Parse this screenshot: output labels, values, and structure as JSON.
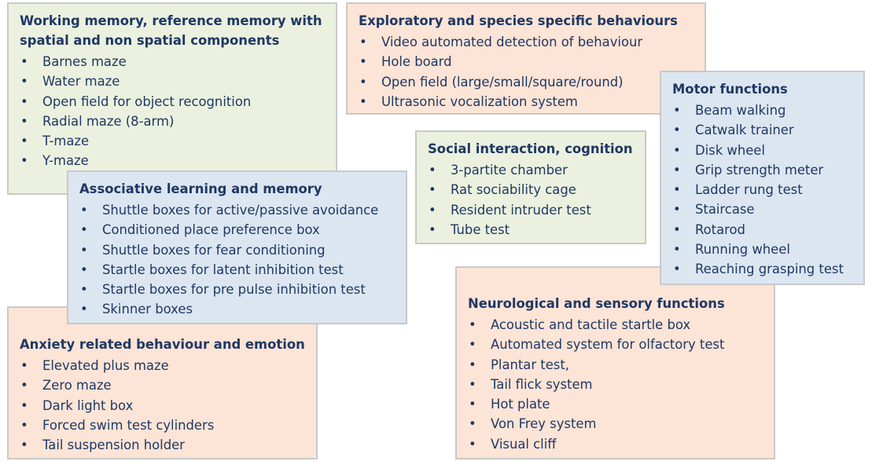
{
  "panels": {
    "working_memory": {
      "title": "Working memory, reference memory with spatial and non spatial components",
      "items": [
        "Barnes maze",
        "Water maze",
        "Open field for object recognition",
        "Radial maze (8-arm)",
        "T-maze",
        "Y-maze"
      ]
    },
    "exploratory": {
      "title": "Exploratory and species specific behaviours",
      "items": [
        "Video automated detection of behaviour",
        "Hole board",
        "Open field (large/small/square/round)",
        "Ultrasonic vocalization system"
      ]
    },
    "motor": {
      "title": "Motor functions",
      "items": [
        "Beam walking",
        "Catwalk trainer",
        "Disk wheel",
        "Grip strength meter",
        "Ladder rung test",
        "Staircase",
        "Rotarod",
        "Running wheel",
        "Reaching grasping test"
      ]
    },
    "social": {
      "title": "Social interaction, cognition",
      "items": [
        "3-partite chamber",
        "Rat sociability cage",
        "Resident intruder test",
        "Tube test"
      ]
    },
    "associative": {
      "title": "Associative learning and memory",
      "items": [
        "Shuttle boxes for active/passive avoidance",
        "Conditioned place preference box",
        "Shuttle boxes for fear conditioning",
        "Startle boxes for latent inhibition test",
        "Startle boxes for pre pulse inhibition test",
        "Skinner boxes"
      ]
    },
    "neurological": {
      "title": "Neurological and sensory functions",
      "items": [
        "Acoustic and tactile startle box",
        "Automated system for olfactory test",
        "Plantar test,",
        "Tail flick system",
        "Hot plate",
        "Von Frey system",
        "Visual cliff"
      ]
    },
    "anxiety": {
      "title": "Anxiety related behaviour and emotion",
      "items": [
        "Elevated plus maze",
        "Zero maze",
        "Dark light box",
        "Forced swim test cylinders",
        "Tail suspension holder"
      ]
    }
  },
  "colors": {
    "green": "#ebf1de",
    "peach": "#fce4d6",
    "blue": "#dce6f1",
    "text": "#1f3864",
    "border": "#c9c9c9"
  }
}
